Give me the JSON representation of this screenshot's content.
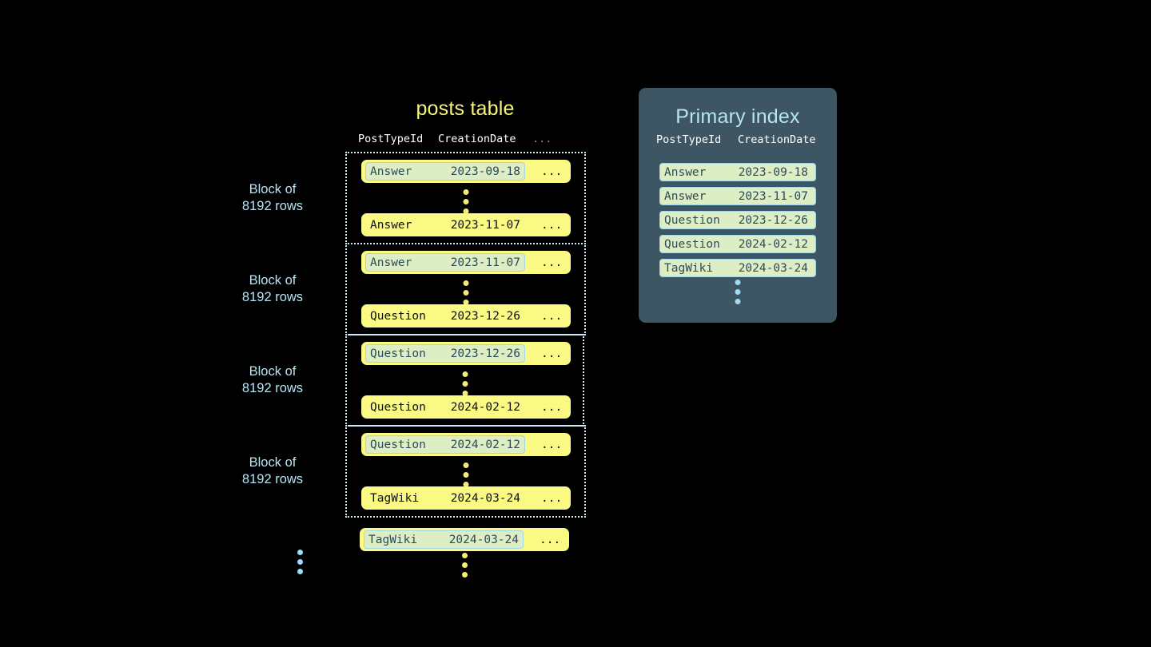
{
  "posts_table": {
    "title": "posts table",
    "columns": [
      "PostTypeId",
      "CreationDate",
      "..."
    ],
    "block_label": "Block of\n8192 rows",
    "blocks": [
      {
        "label": "Block of\n8192 rows",
        "first_row": {
          "post_type_id": "Answer",
          "creation_date": "2023-09-18",
          "rest": "...",
          "highlighted": true
        },
        "last_row": {
          "post_type_id": "Answer",
          "creation_date": "2023-11-07",
          "rest": "...",
          "highlighted": false
        }
      },
      {
        "label": "Block of\n8192 rows",
        "first_row": {
          "post_type_id": "Answer",
          "creation_date": "2023-11-07",
          "rest": "...",
          "highlighted": true
        },
        "last_row": {
          "post_type_id": "Question",
          "creation_date": "2023-12-26",
          "rest": "...",
          "highlighted": false
        }
      },
      {
        "label": "Block of\n8192 rows",
        "first_row": {
          "post_type_id": "Question",
          "creation_date": "2023-12-26",
          "rest": "...",
          "highlighted": true
        },
        "last_row": {
          "post_type_id": "Question",
          "creation_date": "2024-02-12",
          "rest": "...",
          "highlighted": false
        }
      },
      {
        "label": "Block of\n8192 rows",
        "first_row": {
          "post_type_id": "Question",
          "creation_date": "2024-02-12",
          "rest": "...",
          "highlighted": true
        },
        "last_row": {
          "post_type_id": "TagWiki",
          "creation_date": "2024-03-24",
          "rest": "...",
          "highlighted": false
        }
      }
    ],
    "tail_row": {
      "post_type_id": "TagWiki",
      "creation_date": "2024-03-24",
      "rest": "...",
      "highlighted": true
    }
  },
  "primary_index": {
    "title": "Primary index",
    "columns": [
      "PostTypeId",
      "CreationDate"
    ],
    "rows": [
      {
        "post_type_id": "Answer",
        "creation_date": "2023-09-18"
      },
      {
        "post_type_id": "Answer",
        "creation_date": "2023-11-07"
      },
      {
        "post_type_id": "Question",
        "creation_date": "2023-12-26"
      },
      {
        "post_type_id": "Question",
        "creation_date": "2024-02-12"
      },
      {
        "post_type_id": "TagWiki",
        "creation_date": "2024-03-24"
      }
    ]
  },
  "colors": {
    "background": "#000000",
    "row_yellow": "#f9f983",
    "highlight_green": "#ddeec4",
    "highlight_border": "#9fd6ea",
    "accent_blue": "#b7e4f5",
    "panel_slate": "#3e5663",
    "title_yellow": "#f5f57a"
  }
}
